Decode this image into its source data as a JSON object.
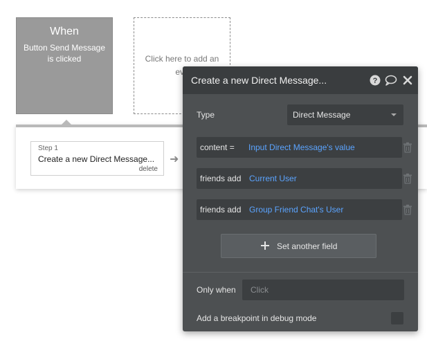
{
  "event": {
    "title": "When",
    "description": "Button Send Message is clicked"
  },
  "add_event": {
    "line1": "Click here to add an",
    "line2": "eve"
  },
  "step": {
    "number_label": "Step 1",
    "title": "Create a new Direct Message...",
    "delete_label": "delete"
  },
  "panel": {
    "title": "Create a new Direct Message...",
    "type_label": "Type",
    "type_value": "Direct Message",
    "fields": [
      {
        "key": "content =",
        "value": "Input Direct Message's value"
      },
      {
        "key": "friends add",
        "value": "Current User"
      },
      {
        "key": "friends add",
        "value": "Group Friend Chat's User"
      }
    ],
    "add_field_label": "Set another field",
    "only_when_label": "Only when",
    "only_when_placeholder": "Click",
    "debug_label": "Add a breakpoint in debug mode"
  },
  "icons": {
    "header": [
      "help-icon",
      "comment-icon",
      "close-icon"
    ],
    "field_action": "trash-icon",
    "add": "plus-icon",
    "next": "arrow-right-icon"
  },
  "colors": {
    "panel_bg": "#4d5052",
    "header_bg": "#3a3d3f",
    "input_bg": "#3c3f41",
    "dynamic_value": "#5ba4ff",
    "event_card": "#9a9a9a"
  }
}
